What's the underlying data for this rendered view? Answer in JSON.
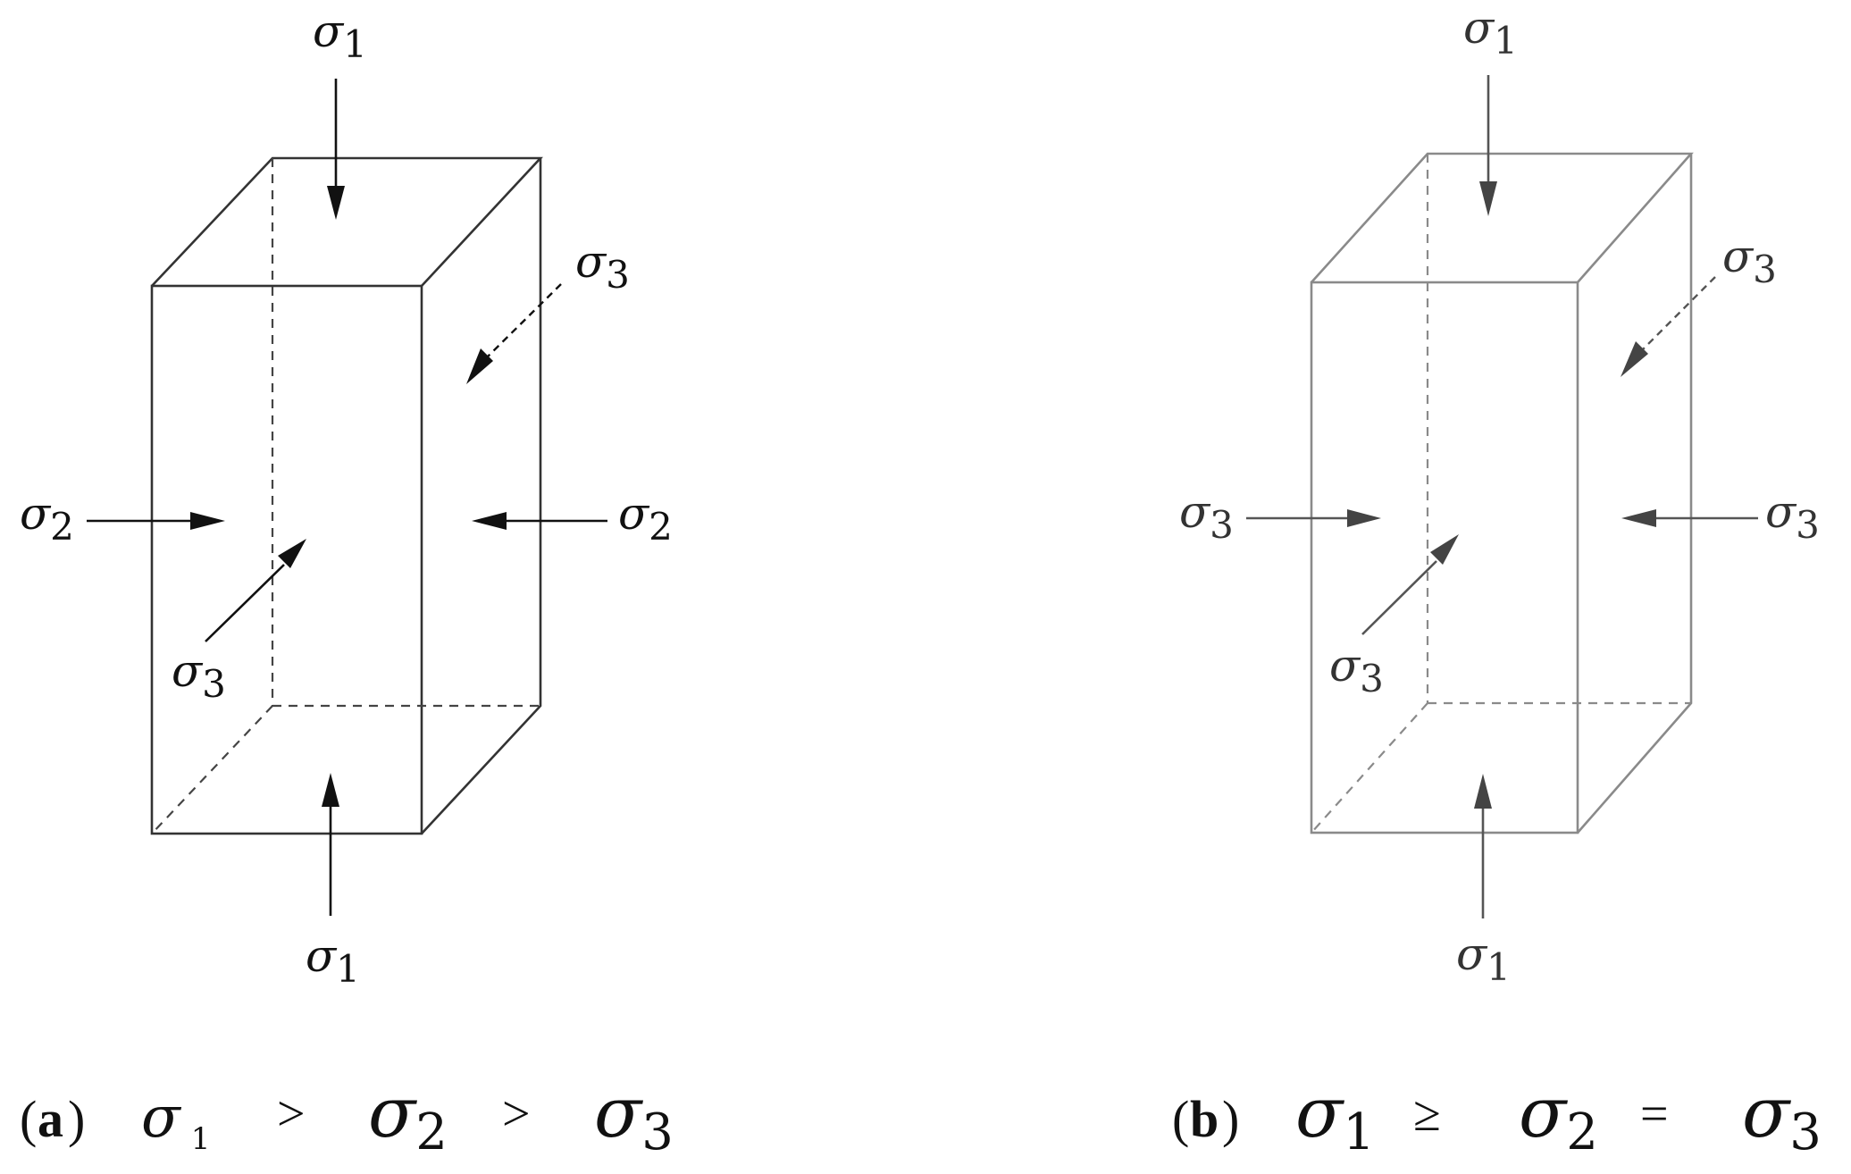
{
  "panel_a": {
    "label_top": {
      "sym": "σ",
      "sub": "1"
    },
    "label_bottom": {
      "sym": "σ",
      "sub": "1"
    },
    "label_left": {
      "sym": "σ",
      "sub": "2"
    },
    "label_right": {
      "sym": "σ",
      "sub": "2"
    },
    "label_back": {
      "sym": "σ",
      "sub": "3"
    },
    "label_front": {
      "sym": "σ",
      "sub": "3"
    },
    "caption": {
      "letter": "a",
      "s1": {
        "sym": "σ",
        "sub": "1"
      },
      "op1": ">",
      "s2": {
        "sym": "σ",
        "sub": "2"
      },
      "op2": ">",
      "s3": {
        "sym": "σ",
        "sub": "3"
      }
    }
  },
  "panel_b": {
    "label_top": {
      "sym": "σ",
      "sub": "1"
    },
    "label_bottom": {
      "sym": "σ",
      "sub": "1"
    },
    "label_left": {
      "sym": "σ",
      "sub": "3"
    },
    "label_right": {
      "sym": "σ",
      "sub": "3"
    },
    "label_back": {
      "sym": "σ",
      "sub": "3"
    },
    "label_front": {
      "sym": "σ",
      "sub": "3"
    },
    "caption": {
      "letter": "b",
      "s1": {
        "sym": "σ",
        "sub": "1"
      },
      "op1": "≥",
      "s2": {
        "sym": "σ",
        "sub": "2"
      },
      "op2": "=",
      "s3": {
        "sym": "σ",
        "sub": "3"
      }
    }
  }
}
